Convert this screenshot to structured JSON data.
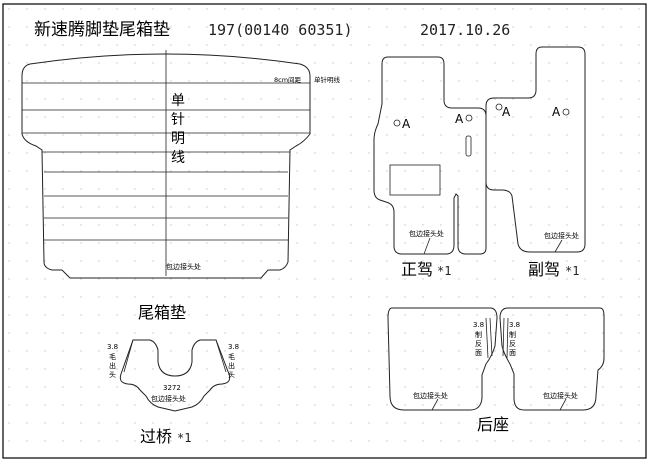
{
  "header": {
    "title": "新速腾脚垫尾箱垫",
    "code": "197(00140 60351)",
    "date": "2017.10.26"
  },
  "trunk": {
    "name": "尾箱垫",
    "stitch": [
      "单",
      "针",
      "明",
      "线"
    ],
    "spacing_note": "8cm间距",
    "spacing_note_right": "单针明线",
    "edge_note": "包边接头处"
  },
  "driver": {
    "name": "正驾",
    "mult": "*1",
    "edge_note": "包边接头处",
    "mark": "A"
  },
  "passenger": {
    "name": "副驾",
    "mult": "*1",
    "edge_note": "包边接头处",
    "mark": "A"
  },
  "bridge": {
    "name": "过桥",
    "mult": "*1",
    "edge_note": "包边接头处",
    "center_code": "3272",
    "side_value": "3.8",
    "side_chars": [
      "毛",
      "出",
      "头"
    ]
  },
  "rear": {
    "name": "后座",
    "edge_note": "包边接头处",
    "seam_value": "3.8",
    "seam_chars": [
      "制",
      "反",
      "面"
    ]
  }
}
